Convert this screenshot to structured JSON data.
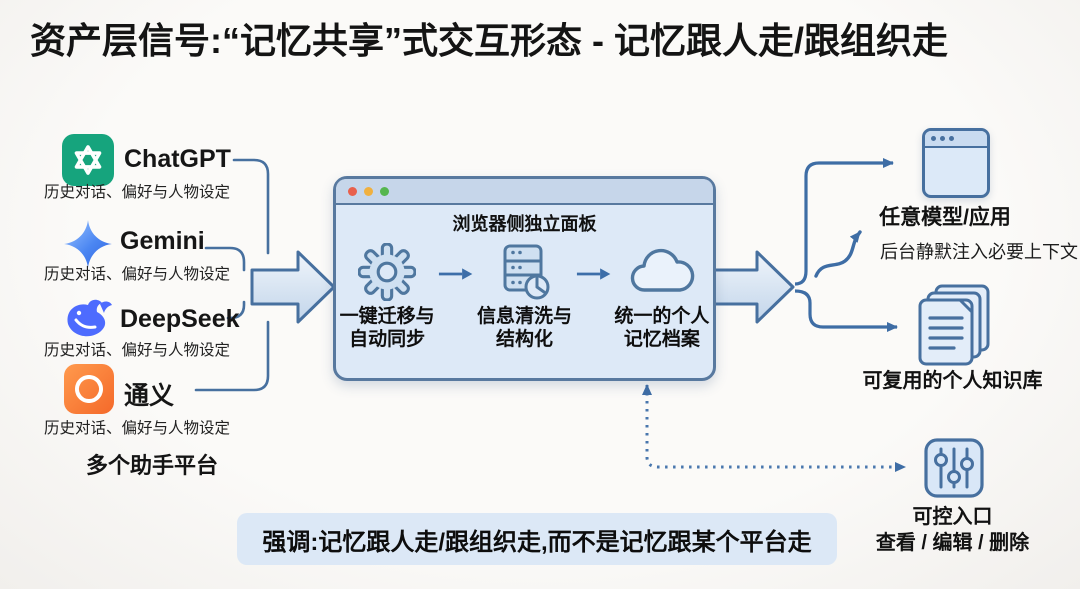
{
  "title": "资产层信号:“记忆共享”式交互形态 - 记忆跟人走/跟组织走",
  "assistants": {
    "items": [
      {
        "name": "ChatGPT",
        "subtitle": "历史对话、偏好与人物设定",
        "icon": "chatgpt-icon",
        "brand_color": "#16a47d"
      },
      {
        "name": "Gemini",
        "subtitle": "历史对话、偏好与人物设定",
        "icon": "gemini-icon",
        "brand_color": "#3f7bf0"
      },
      {
        "name": "DeepSeek",
        "subtitle": "历史对话、偏好与人物设定",
        "icon": "deepseek-icon",
        "brand_color": "#4d6bfe"
      },
      {
        "name": "通义",
        "subtitle": "历史对话、偏好与人物设定",
        "icon": "tongyi-icon",
        "brand_color": "#f4692a"
      }
    ],
    "footer": "多个助手平台"
  },
  "panel": {
    "title": "浏览器侧独立面板",
    "window_dots": [
      "#e8604c",
      "#f0b03f",
      "#55b64e"
    ],
    "steps": [
      {
        "icon": "gear-icon",
        "label_line1": "一键迁移与",
        "label_line2": "自动同步"
      },
      {
        "icon": "server-icon",
        "label_line1": "信息清洗与",
        "label_line2": "结构化"
      },
      {
        "icon": "cloud-icon",
        "label_line1": "统一的个人",
        "label_line2": "记忆档案"
      }
    ]
  },
  "outputs": {
    "any_model": {
      "label": "任意模型/应用",
      "note": "后台静默注入必要上下文",
      "icon": "browser-window-icon"
    },
    "knowledge_base": {
      "label": "可复用的个人知识库",
      "icon": "documents-stack-icon"
    },
    "control": {
      "label_line1": "可控入口",
      "label_line2": "查看 / 编辑 / 删除",
      "icon": "sliders-icon"
    }
  },
  "emphasis": "强调:记忆跟人走/跟组织走,而不是记忆跟某个平台走",
  "colors": {
    "diagram_accent": "#49729f",
    "panel_fill": "#dde9f7",
    "panel_titlebar": "#c6d6ea",
    "arrow_fill_light": "#eef4fb",
    "arrow_fill_dark": "#c2d5ea",
    "emphasis_bg": "#dce8f6"
  }
}
